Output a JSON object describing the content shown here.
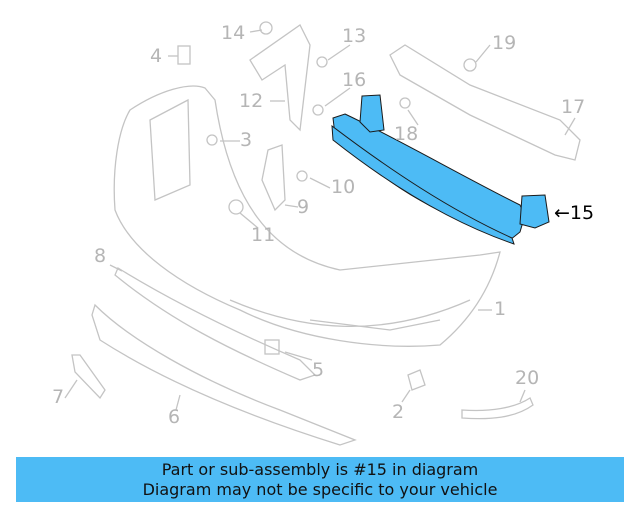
{
  "diagram": {
    "highlight_color": "#4dbbf5",
    "highlighted_part": "15",
    "callouts": [
      {
        "id": "c14",
        "label": "14"
      },
      {
        "id": "c13",
        "label": "13"
      },
      {
        "id": "c4",
        "label": "4"
      },
      {
        "id": "c19",
        "label": "19"
      },
      {
        "id": "c16",
        "label": "16"
      },
      {
        "id": "c12",
        "label": "12"
      },
      {
        "id": "c17",
        "label": "17"
      },
      {
        "id": "c3",
        "label": "3"
      },
      {
        "id": "c18",
        "label": "18"
      },
      {
        "id": "c10",
        "label": "10"
      },
      {
        "id": "c9",
        "label": "9"
      },
      {
        "id": "c11",
        "label": "11"
      },
      {
        "id": "c15",
        "label": "15"
      },
      {
        "id": "c8",
        "label": "8"
      },
      {
        "id": "c1",
        "label": "1"
      },
      {
        "id": "c5",
        "label": "5"
      },
      {
        "id": "c20",
        "label": "20"
      },
      {
        "id": "c7",
        "label": "7"
      },
      {
        "id": "c2",
        "label": "2"
      },
      {
        "id": "c6",
        "label": "6"
      }
    ]
  },
  "banner": {
    "line1": "Part or sub-assembly is #15 in diagram",
    "line2": "Diagram may not be specific to your vehicle",
    "color": "#4dbbf5"
  }
}
